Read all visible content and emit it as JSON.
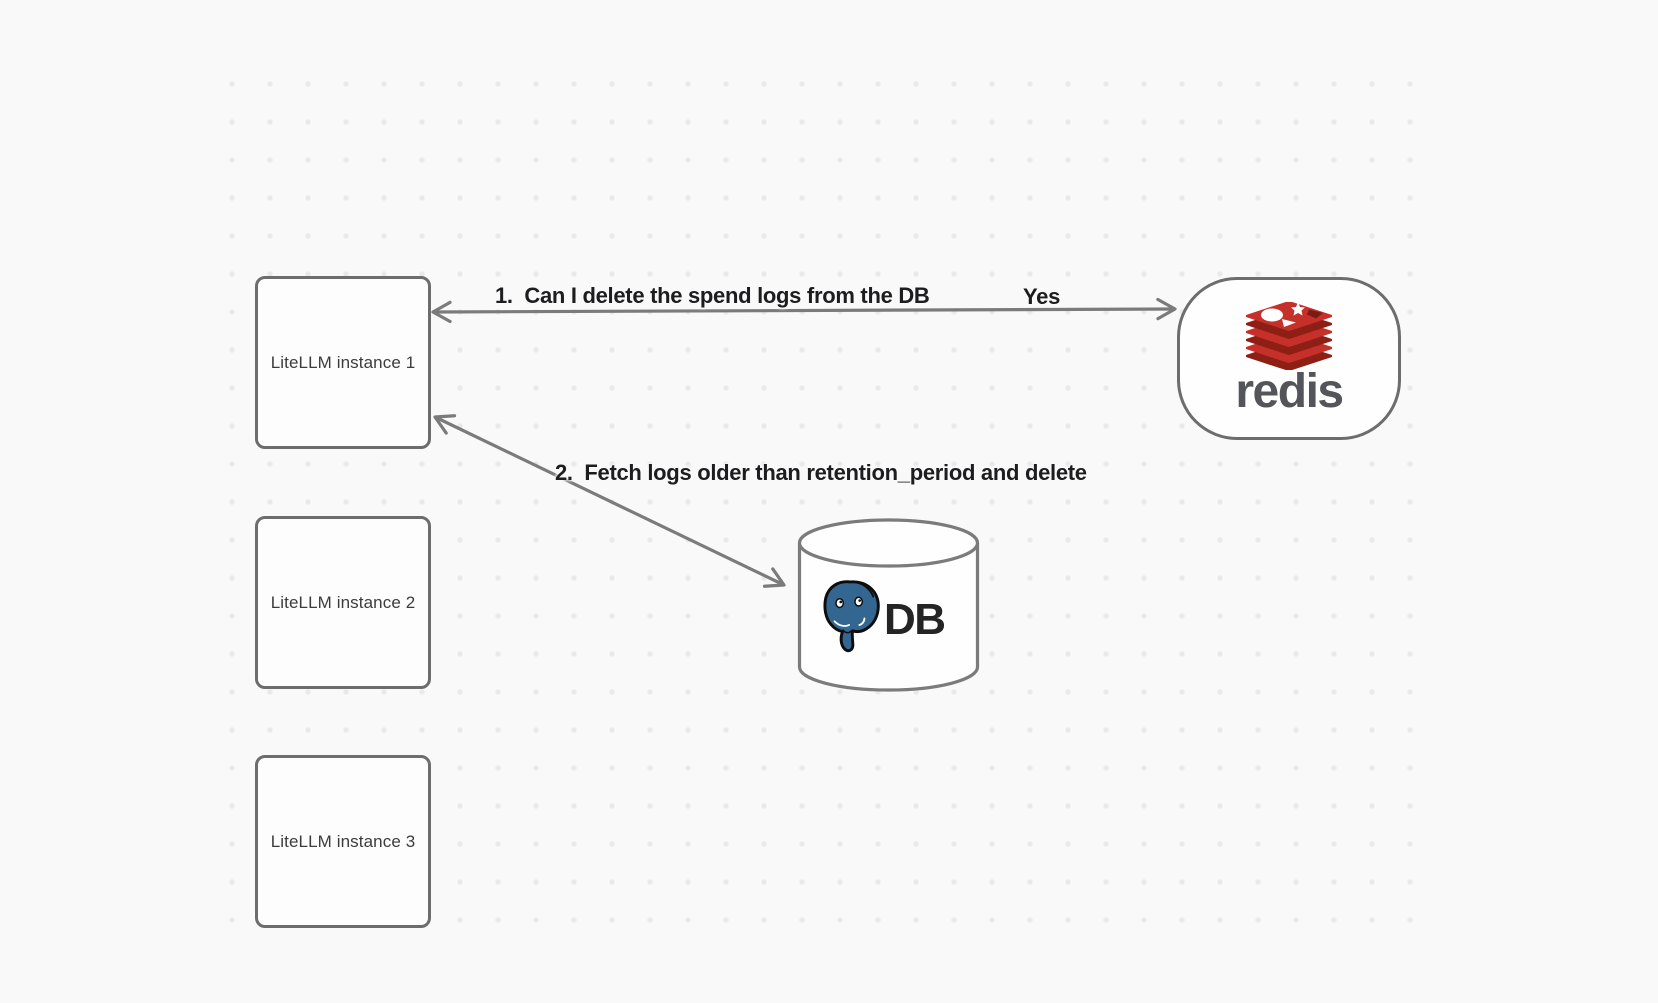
{
  "diagram": {
    "background_color": "#f9f9f9",
    "dot_color": "#e9e9e9",
    "stroke_color": "#7b7b7b",
    "node_border_color": "#6d6d6d"
  },
  "nodes": {
    "instances": [
      {
        "label": "LiteLLM instance 1"
      },
      {
        "label": "LiteLLM instance 2"
      },
      {
        "label": "LiteLLM instance 3"
      }
    ],
    "redis": {
      "label": "redis",
      "wordmark_color": "#54555a",
      "logo_red": "#c6302b",
      "logo_dark_red": "#8e1f15"
    },
    "db": {
      "label": "DB",
      "postgres_blue": "#336791"
    }
  },
  "arrows": {
    "redis_question": {
      "label": "1.  Can I delete the spend logs from the DB",
      "response": "Yes"
    },
    "db_fetch": {
      "label": "2.  Fetch logs older than retention_period and delete"
    }
  }
}
